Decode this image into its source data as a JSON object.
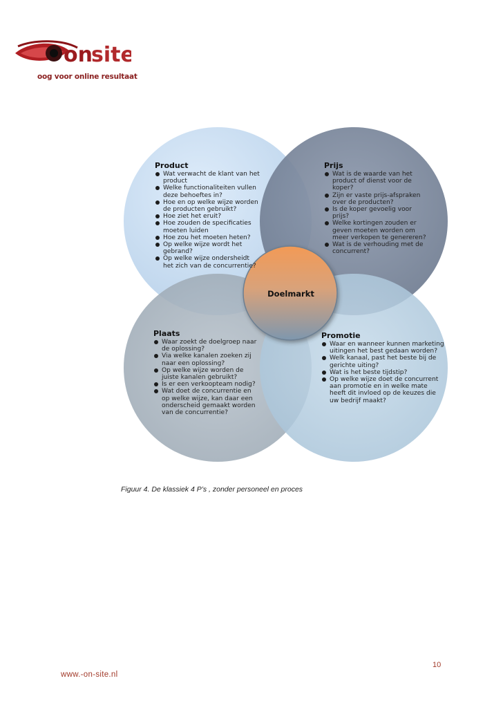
{
  "logo": {
    "wordmark": "on-site",
    "tagline": "oog voor online resultaat"
  },
  "diagram": {
    "center": "Doelmarkt",
    "quadrants": [
      {
        "title": "Product",
        "items": [
          "Wat verwacht de klant van het product",
          "Welke functionaliteiten vullen deze behoeftes in?",
          "Hoe en op welke wijze worden de producten gebruikt?",
          "Hoe ziet het eruit?",
          "Hoe zouden de specificaties moeten luiden",
          "Hoe zou het moeten heten?",
          "Op welke wijze wordt het gebrand?",
          "Op welke wijze ondersheidt het zich van de concurrentie?"
        ]
      },
      {
        "title": "Prijs",
        "items": [
          "Wat is de waarde van het product of dienst voor de koper?",
          "Zijn er vaste prijs-afspraken over de producten?",
          "Is de koper gevoelig voor prijs?",
          "Welke kortingen zouden er geven moeten worden om meer verkopen te genereren?",
          "Wat is de verhouding met de concurrent?"
        ]
      },
      {
        "title": "Plaats",
        "items": [
          "Waar zoekt de doelgroep naar de oplossing?",
          "Via welke kanalen zoeken zij naar een oplossing?",
          "Op welke wijze worden de juiste kanalen gebruikt?",
          "Is er een verkoopteam nodig?",
          "Wat doet de concurrentie en op welke wijze, kan daar een onderscheid gemaakt worden van de concurrentie?"
        ]
      },
      {
        "title": "Promotie",
        "items": [
          "Waar en wanneer kunnen marketing uitingen het best gedaan worden?",
          "Welk kanaal, past het beste bij de gerichte uiting?",
          "Wat is het beste tijdstip?",
          "Op welke wijze doet de concurrent aan promotie en in welke mate heeft dit invloed op de keuzes die uw bedrijf maakt?"
        ]
      }
    ],
    "colors": {
      "product": "#c6dcf2",
      "prijs": "#7d8aa0",
      "plaats": "#aab5bf",
      "promotie": "#b4cde0",
      "center_top": "#f0a060",
      "center_bottom": "#7f96ad"
    }
  },
  "caption": "Figuur 4. De klassiek 4 P’s , zonder personeel en proces",
  "page_number": "10",
  "footer_url": "www.-on-site.nl"
}
